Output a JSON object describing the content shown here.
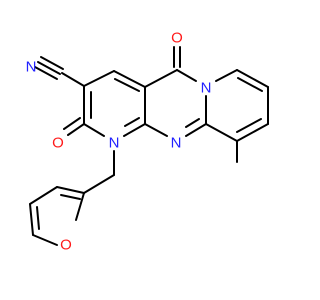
{
  "structure": {
    "atom_labels": {
      "nitrile_n": "N",
      "carbonyl_o_top": "O",
      "carbonyl_o_left": "O",
      "ring_n_top": "N",
      "ring_n_mid": "N",
      "ring_n_left": "N",
      "furan_o": "O"
    },
    "colors": {
      "bond": "#000000",
      "nitrogen": "#2222ff",
      "oxygen": "#ff1a1a"
    }
  }
}
